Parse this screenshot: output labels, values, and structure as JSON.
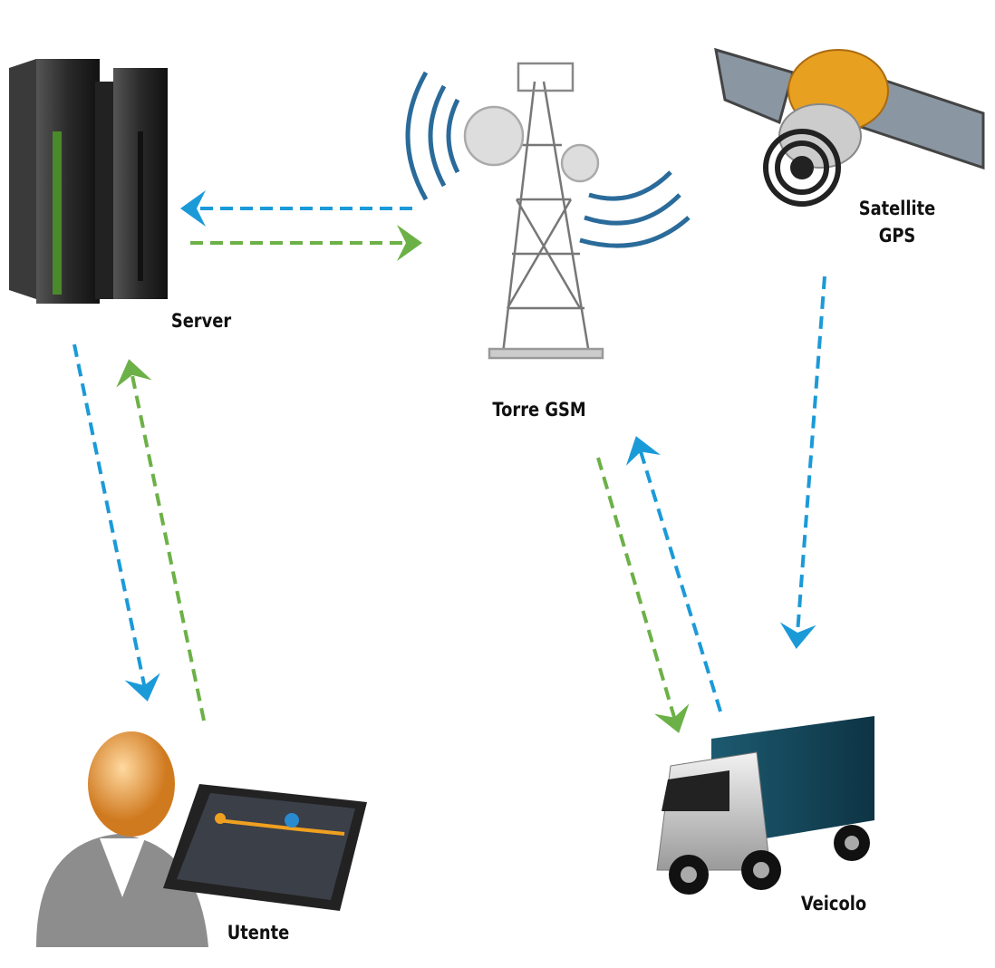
{
  "labels": {
    "server": "Server",
    "tower": "Torre GSM",
    "satellite_line1": "Satellite",
    "satellite_line2": "GPS",
    "user": "Utente",
    "vehicle": "Veicolo"
  },
  "colors": {
    "blue_arrow": "#1b9ad8",
    "green_arrow": "#6cb147"
  },
  "connections": [
    {
      "from": "Torre GSM",
      "to": "Server",
      "color": "blue"
    },
    {
      "from": "Server",
      "to": "Torre GSM",
      "color": "green"
    },
    {
      "from": "Server",
      "to": "Utente",
      "color": "blue"
    },
    {
      "from": "Utente",
      "to": "Server",
      "color": "green"
    },
    {
      "from": "Torre GSM",
      "to": "Veicolo",
      "color": "green"
    },
    {
      "from": "Veicolo",
      "to": "Torre GSM",
      "color": "blue"
    },
    {
      "from": "Satellite GPS",
      "to": "Veicolo",
      "color": "blue"
    }
  ]
}
